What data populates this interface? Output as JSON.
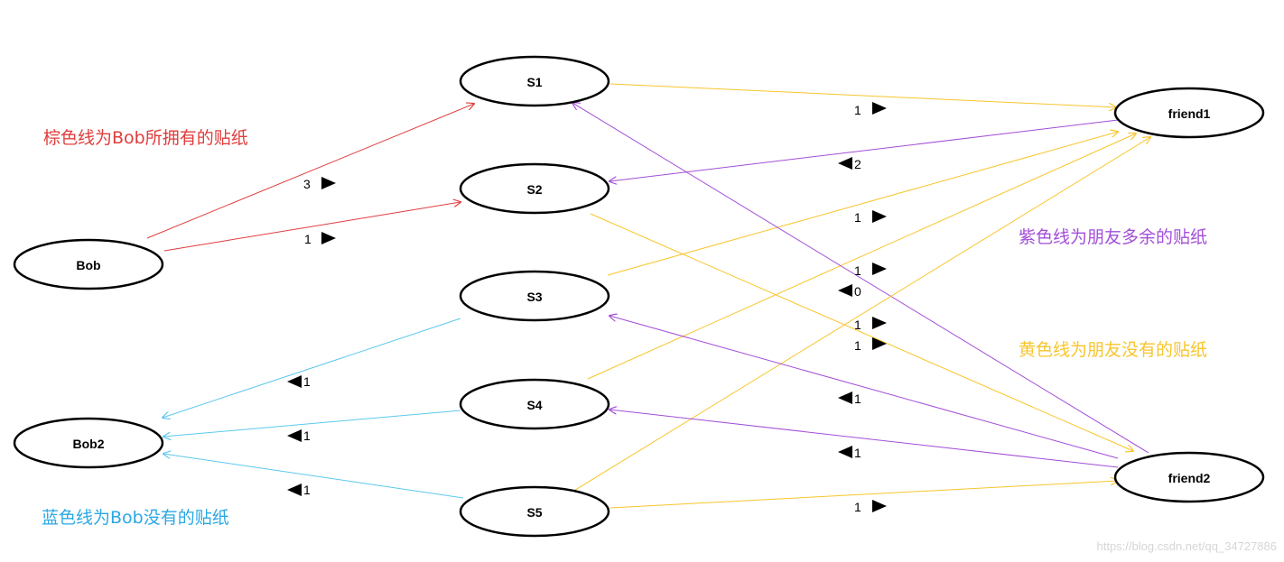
{
  "nodes": {
    "bob": "Bob",
    "bob2": "Bob2",
    "s1": "S1",
    "s2": "S2",
    "s3": "S3",
    "s4": "S4",
    "s5": "S5",
    "friend1": "friend1",
    "friend2": "friend2"
  },
  "colors": {
    "brown": "#e03c3c",
    "blue": "#5cc8ee",
    "purple": "#a24ed8",
    "yellow": "#f8c52c"
  },
  "edges": [
    {
      "from": "bob",
      "to": "s1",
      "color": "brown",
      "label": "3",
      "dir": "right"
    },
    {
      "from": "bob",
      "to": "s2",
      "color": "brown",
      "label": "1",
      "dir": "right"
    },
    {
      "from": "s3",
      "to": "bob2",
      "color": "blue",
      "label": "1",
      "dir": "left"
    },
    {
      "from": "s4",
      "to": "bob2",
      "color": "blue",
      "label": "1",
      "dir": "left"
    },
    {
      "from": "s5",
      "to": "bob2",
      "color": "blue",
      "label": "1",
      "dir": "left"
    },
    {
      "from": "s1",
      "to": "friend1",
      "color": "yellow",
      "label": "1",
      "dir": "right"
    },
    {
      "from": "friend1",
      "to": "s2",
      "color": "purple",
      "label": "2",
      "dir": "left"
    },
    {
      "from": "s3",
      "to": "friend1",
      "color": "yellow",
      "label": "1",
      "dir": "right"
    },
    {
      "from": "s4",
      "to": "friend1",
      "color": "yellow",
      "label": "1",
      "dir": "right"
    },
    {
      "from": "friend2",
      "to": "s1",
      "color": "purple",
      "label": "0",
      "dir": "left"
    },
    {
      "from": "s5",
      "to": "friend1",
      "color": "yellow",
      "label": "1",
      "dir": "right"
    },
    {
      "from": "s2",
      "to": "friend2",
      "color": "yellow",
      "label": "1",
      "dir": "right"
    },
    {
      "from": "friend2",
      "to": "s3",
      "color": "purple",
      "label": "1",
      "dir": "left"
    },
    {
      "from": "friend2",
      "to": "s4",
      "color": "purple",
      "label": "1",
      "dir": "left"
    },
    {
      "from": "s5",
      "to": "friend2",
      "color": "yellow",
      "label": "1",
      "dir": "right"
    }
  ],
  "legend": {
    "brown": "棕色线为Bob所拥有的贴纸",
    "purple": "紫色线为朋友多余的贴纸",
    "yellow": "黄色线为朋友没有的贴纸",
    "blue": "蓝色线为Bob没有的贴纸"
  },
  "watermark": "https://blog.csdn.net/qq_34727886"
}
